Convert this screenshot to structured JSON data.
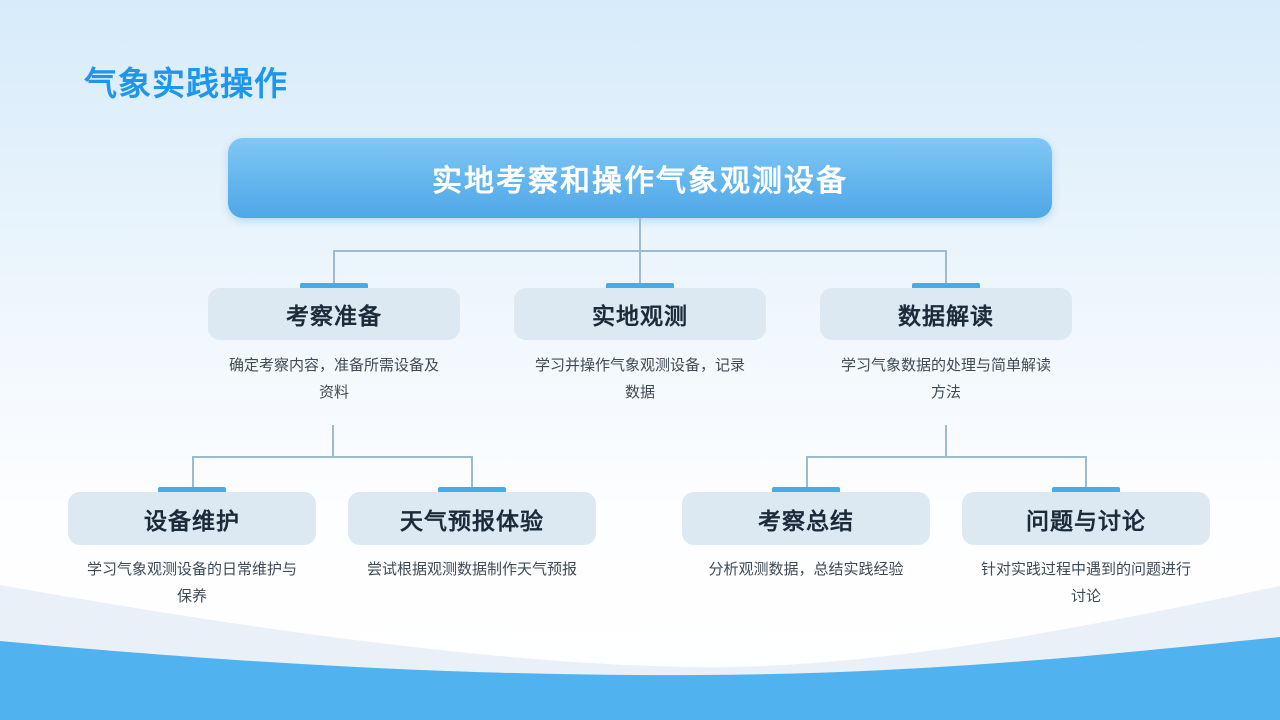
{
  "page": {
    "title": "气象实践操作"
  },
  "colors": {
    "title_blue": "#1e96ec",
    "root_box_gradient_top": "#80c8f4",
    "root_box_gradient_bottom": "#4fa7e7",
    "node_box_bg": "#dce8f2",
    "node_text": "#1c2b3a",
    "accent_bar_blue": "#47aae9",
    "connector_line": "#9cbbd2",
    "desc_text": "#3e4a56",
    "wave_light": "#e9f0f7",
    "wave_blue": "#50b2ee",
    "background_top": "#d7ebfa"
  },
  "tree": {
    "root": {
      "title": "实地考察和操作气象观测设备"
    },
    "level2": [
      {
        "title": "考察准备",
        "desc": "确定考察内容，准备所需设备及资料"
      },
      {
        "title": "实地观测",
        "desc": "学习并操作气象观测设备，记录数据"
      },
      {
        "title": "数据解读",
        "desc": "学习气象数据的处理与简单解读方法"
      }
    ],
    "level3": [
      {
        "title": "设备维护",
        "desc": "学习气象观测设备的日常维护与保养"
      },
      {
        "title": "天气预报体验",
        "desc": "尝试根据观测数据制作天气预报"
      },
      {
        "title": "考察总结",
        "desc": "分析观测数据，总结实践经验"
      },
      {
        "title": "问题与讨论",
        "desc": "针对实践过程中遇到的问题进行讨论"
      }
    ]
  }
}
